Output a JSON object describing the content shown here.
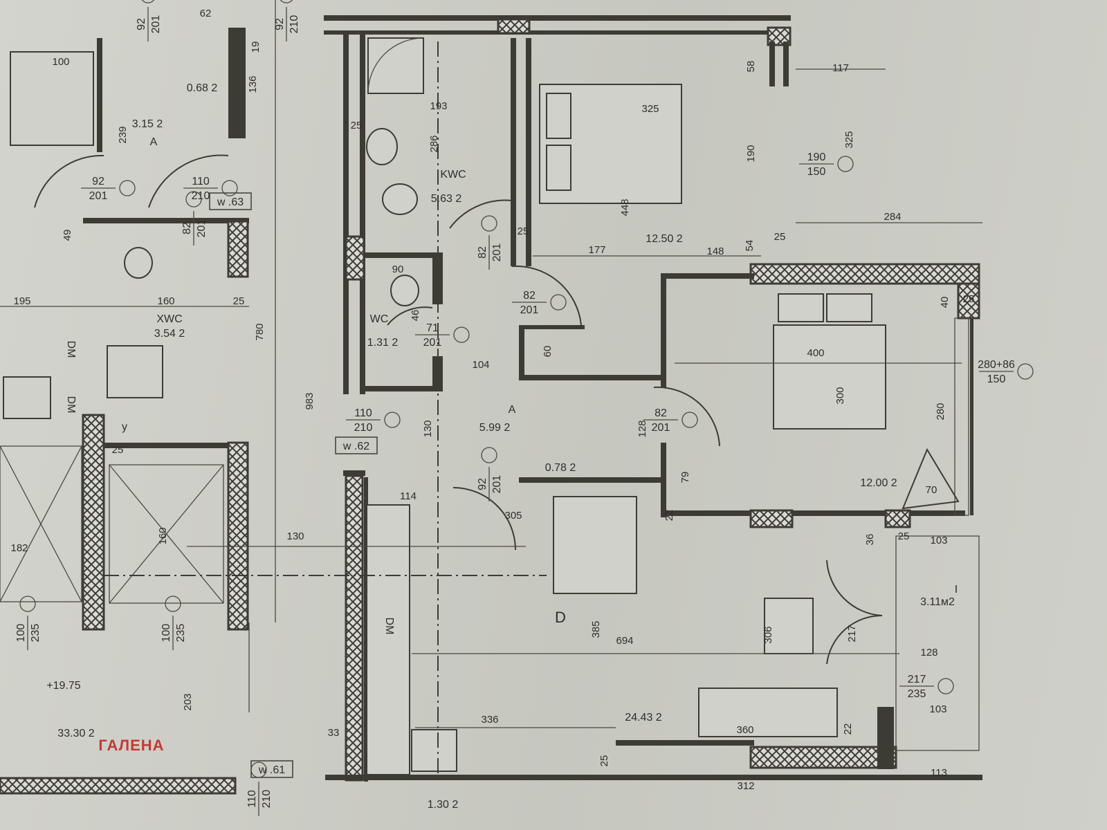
{
  "plan": {
    "watermark": "ГАЛЕНА",
    "colors": {
      "lines": "#3d3c34",
      "paper": "#c8c9c2",
      "watermark": "#c23a36"
    },
    "room_labels": [
      "0.68 2",
      "3.15 2",
      "A",
      "XWC",
      "3.54 2",
      "33.30 2",
      "KWC",
      "5.63 2",
      "WC",
      "1.31 2",
      "A",
      "5.99 2",
      "0.78 2",
      "12.50 2",
      "12.00 2",
      "24.43 2",
      "I",
      "3.11м2",
      "1.30 2",
      "D",
      "+19.75",
      "DM",
      "DM",
      "DM",
      "y"
    ],
    "window_tags": [
      "w .63",
      "w .62",
      "w .61"
    ],
    "door_tags": [
      {
        "w": "92",
        "h": "201"
      },
      {
        "w": "110",
        "h": "210"
      },
      {
        "w": "92",
        "h": "201"
      },
      {
        "w": "92",
        "h": "210"
      },
      {
        "w": "82",
        "h": "201"
      },
      {
        "w": "100",
        "h": "235"
      },
      {
        "w": "100",
        "h": "235"
      },
      {
        "w": "110",
        "h": "210"
      },
      {
        "w": "82",
        "h": "201"
      },
      {
        "w": "71",
        "h": "201"
      },
      {
        "w": "82",
        "h": "201"
      },
      {
        "w": "82",
        "h": "201"
      },
      {
        "w": "92",
        "h": "201"
      },
      {
        "w": "190",
        "h": "150"
      },
      {
        "w": "217",
        "h": "235"
      },
      {
        "w": "280+86",
        "h": "150"
      },
      {
        "w": "110",
        "h": "210"
      }
    ],
    "dimensions": [
      "62",
      "100",
      "239",
      "136",
      "19",
      "49",
      "195",
      "160",
      "25",
      "780",
      "983",
      "182",
      "160",
      "130",
      "203",
      "25",
      "33",
      "193",
      "25",
      "286",
      "25",
      "90",
      "46",
      "104",
      "60",
      "130",
      "128",
      "114",
      "305",
      "385",
      "694",
      "336",
      "25",
      "312",
      "360",
      "306",
      "217",
      "128",
      "103",
      "103",
      "113",
      "22",
      "36",
      "25",
      "22",
      "325",
      "190",
      "58",
      "448",
      "177",
      "148",
      "54",
      "25",
      "117",
      "325",
      "284",
      "400",
      "300",
      "280",
      "70",
      "79",
      "40",
      "25"
    ]
  }
}
